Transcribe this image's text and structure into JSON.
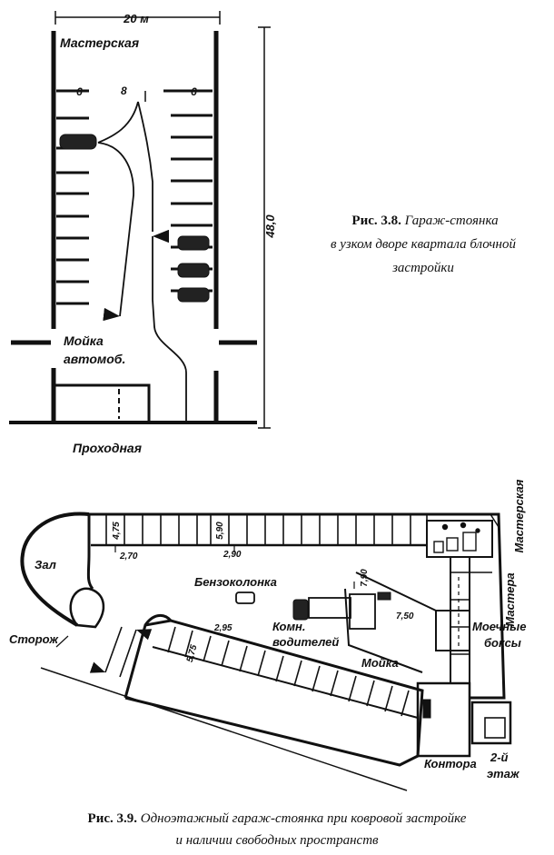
{
  "fig38": {
    "dim_width": "20 м",
    "dim_length": "48,0",
    "label_workshop": "Мастерская",
    "label_row_left": "6",
    "label_aisle": "8",
    "label_row_right": "6",
    "label_wash_line1": "Мойка",
    "label_wash_line2": "автомоб.",
    "label_checkpoint": "Проходная",
    "caption_number": "Рис. 3.8.",
    "caption_line1": "Гараж-стоянка",
    "caption_line2": "в узком дворе квартала блочной",
    "caption_line3": "застройки"
  },
  "fig39": {
    "label_hall": "Зал",
    "label_guard": "Сторож",
    "label_fuel": "Бензоколонка",
    "label_drivers_line1": "Комн.",
    "label_drivers_line2": "водителей",
    "label_wash": "Мойка",
    "label_workshop": "Мастерская",
    "label_masters": "Мастера",
    "label_washboxes_line1": "Моечные",
    "label_washboxes_line2": "боксы",
    "label_office": "Контора",
    "label_floor2_line1": "2-й",
    "label_floor2_line2": "этаж",
    "dim_475": "4,75",
    "dim_270": "2,70",
    "dim_590": "5,90",
    "dim_290": "2,90",
    "dim_790": "7,90",
    "dim_750": "7,50",
    "dim_295": "2,95",
    "dim_575": "5,75",
    "caption_number": "Рис. 3.9.",
    "caption_line1": "Одноэтажный гараж-стоянка при ковровой застройке",
    "caption_line2": "и наличии свободных пространств"
  }
}
